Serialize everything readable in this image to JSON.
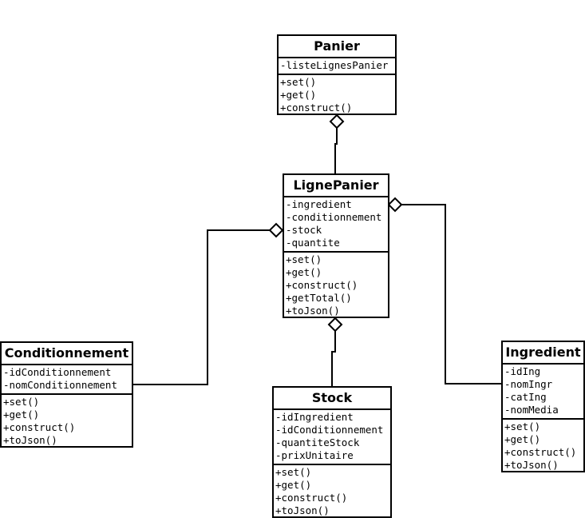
{
  "classes": {
    "panier": {
      "name": "Panier",
      "attributes": [
        "-listeLignesPanier"
      ],
      "methods": [
        "+set()",
        "+get()",
        "+construct()"
      ]
    },
    "ligne_panier": {
      "name": "LignePanier",
      "attributes": [
        "-ingredient",
        "-conditionnement",
        "-stock",
        "-quantite"
      ],
      "methods": [
        "+set()",
        "+get()",
        "+construct()",
        "+getTotal()",
        "+toJson()"
      ]
    },
    "conditionnement": {
      "name": "Conditionnement",
      "attributes": [
        "-idConditionnement",
        "-nomConditionnement"
      ],
      "methods": [
        "+set()",
        "+get()",
        "+construct()",
        "+toJson()"
      ]
    },
    "stock": {
      "name": "Stock",
      "attributes": [
        "-idIngredient",
        "-idConditionnement",
        "-quantiteStock",
        "-prixUnitaire"
      ],
      "methods": [
        "+set()",
        "+get()",
        "+construct()",
        "+toJson()"
      ]
    },
    "ingredient": {
      "name": "Ingredient",
      "attributes": [
        "-idIng",
        "-nomIngr",
        "-catIng",
        "-nomMedia"
      ],
      "methods": [
        "+set()",
        "+get()",
        "+construct()",
        "+toJson()"
      ]
    }
  },
  "relationships": [
    {
      "type": "aggregation",
      "whole": "Panier",
      "part": "LignePanier"
    },
    {
      "type": "aggregation",
      "whole": "LignePanier",
      "part": "Conditionnement"
    },
    {
      "type": "aggregation",
      "whole": "LignePanier",
      "part": "Stock"
    },
    {
      "type": "aggregation",
      "whole": "LignePanier",
      "part": "Ingredient"
    }
  ],
  "colors": {
    "line": "#000000",
    "background": "#ffffff"
  }
}
